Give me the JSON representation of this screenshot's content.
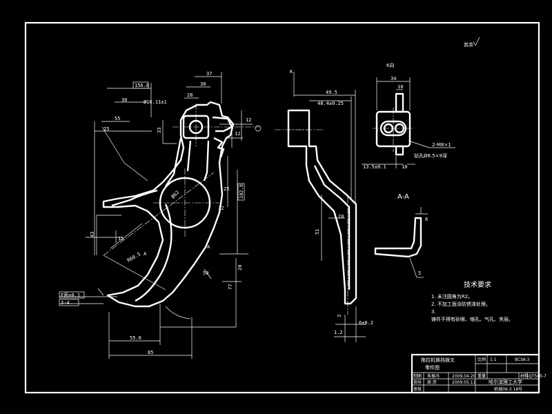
{
  "dimensions": {
    "d37": "37",
    "d30a": "30",
    "d28": "28",
    "d30b": "30",
    "d55": "55",
    "d25": "25",
    "d158": "156.8",
    "phi16": "Ø16.11±1",
    "d38": "33",
    "d12a": "12",
    "d12b": "12",
    "d25c": "25",
    "d102": "102.8",
    "d32": "32",
    "phi62": "Ø62",
    "d15": "15",
    "r60": "R60.5",
    "d43": "43",
    "d20": "20",
    "d77": "77",
    "d50": "50",
    "d55_6": "55.6",
    "d85": "85",
    "d49_5": "49.5",
    "d48_4": "48.4±0.25",
    "d20b": "20",
    "d51": "51",
    "d1_2": "1.2",
    "d6": "6±0.2",
    "d3": "3",
    "d34": "34",
    "d10": "10",
    "d13_5": "13.5±0.1",
    "d10b": "10",
    "d6b": "6",
    "d5": "5",
    "e_rail": "E面±0.1",
    "d3_4": "3-4"
  },
  "labels": {
    "section_a": "A-A",
    "view_k": "K向",
    "view_k_arrow": "K",
    "arrow_a_top": "A",
    "arrow_a_bottom": "A",
    "roughness_all": "其余",
    "hole_note": "2-M8×1",
    "hole_depth": "钻孔Ø8.5×9深"
  },
  "tech_req": {
    "title": "技术要求",
    "items": [
      "1. 未注圆角为R2。",
      "2. 不加工面涂防锈漆处理。",
      "3.",
      "铸件不得有砂眼、缩孔、气孔、夹层。"
    ]
  },
  "title_block": {
    "part_name": "拖拉机换挡拨叉",
    "drawing_type": "零件图",
    "scale_label": "比例",
    "scale": "1:1",
    "drawing_no": "BCSK-3",
    "weight_label": "重量",
    "material_label": "材料",
    "material": "QT500-7",
    "row1_label": "制图",
    "row1_name": "朱振冯",
    "row1_date": "2009.04.20",
    "row2_label": "指导",
    "row2_name": "周 彦",
    "row2_date": "2009.05.11",
    "row3_label": "审核",
    "school": "哈尔滨理工大学",
    "class": "机械06-3 18号"
  }
}
